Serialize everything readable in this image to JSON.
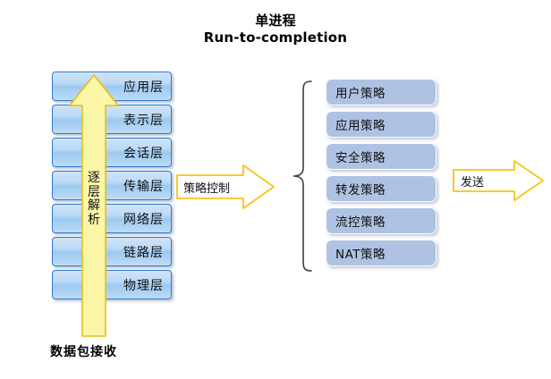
{
  "title": {
    "line_cn": "单进程",
    "line_en": "Run-to-completion"
  },
  "osi_stack": {
    "name": "osi-layer-stack",
    "layers": [
      {
        "label": "应用层"
      },
      {
        "label": "表示层"
      },
      {
        "label": "会话层"
      },
      {
        "label": "传输层"
      },
      {
        "label": "网络层"
      },
      {
        "label": "链路层"
      },
      {
        "label": "物理层"
      }
    ]
  },
  "up_arrow": {
    "label_chars": [
      "逐",
      "层",
      "解",
      "析"
    ],
    "label_full": "逐层解析",
    "direction": "up",
    "fill_color": "#fcf6a8",
    "border_color": "#e8c011"
  },
  "packet_caption": {
    "label": "数据包接收"
  },
  "policy_arrow": {
    "label": "策略控制",
    "direction": "right",
    "fill_color": "#ffffff",
    "border_color": "#f5c518"
  },
  "send_arrow": {
    "label": "发送",
    "direction": "right",
    "fill_color": "#ffffff",
    "border_color": "#f5c518"
  },
  "policy_brace": {
    "name": "left-curly-brace",
    "color": "#3c3c3c"
  },
  "policy_list": {
    "name": "policy-list",
    "items": [
      {
        "label": "用户策略"
      },
      {
        "label": "应用策略"
      },
      {
        "label": "安全策略"
      },
      {
        "label": "转发策略"
      },
      {
        "label": "流控策略"
      },
      {
        "label": "NAT策略"
      }
    ]
  },
  "colors": {
    "background": "#ffffff",
    "layer_border": "#2f7ad0",
    "layer_fill": "#bcdaf5",
    "policy_fill": "#aec3e4",
    "arrow_yellow": "#f5c518",
    "text": "#111111"
  }
}
